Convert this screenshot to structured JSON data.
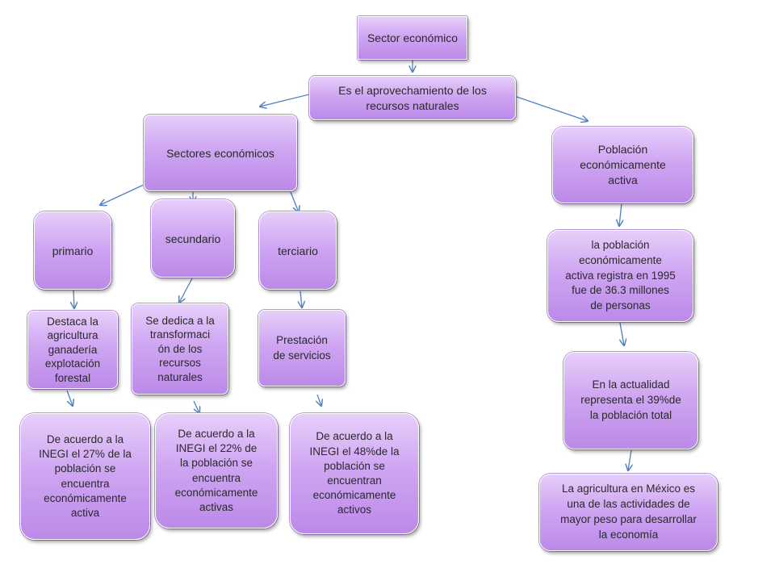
{
  "diagram": {
    "title": "Sector económico",
    "definition": "Es el aprovechamiento de los\nrecursos naturales",
    "sectors": {
      "label": "Sectores económicos",
      "primary": {
        "label": "primario",
        "description": "Destaca la\nagricultura\nganadería\nexplotación\nforestal",
        "stat": "De acuerdo a la\nINEGI el 27% de la\npoblación  se\nencuentra\neconómicamente\nactiva"
      },
      "secondary": {
        "label": "secundario",
        "description": "Se dedica a la\ntransformaci\nón de los\nrecursos\nnaturales",
        "stat": "De acuerdo a la\nINEGI el 22% de\nla población se\nencuentra\neconómicamente\nactivas"
      },
      "tertiary": {
        "label": "terciario",
        "description": "Prestación\nde servicios",
        "stat": "De acuerdo a la\nINEGI el 48%de la\npoblación se\nencuentran\neconómicamente\nactivos"
      }
    },
    "population": {
      "label": "Población\neconómicamente\nactiva",
      "fact1": "la población\neconómicamente\nactiva registra en 1995\nfue de 36.3 millones\nde personas",
      "fact2": "En la actualidad\nrepresenta el 39%de\nla población total",
      "fact3": "La agricultura en México es\nuna de las actividades de\nmayor peso para desarrollar\nla economía"
    }
  },
  "colors": {
    "node_fill_top": "#e6cffa",
    "node_fill_bottom": "#bb8ae8",
    "arrow": "#4f81bd"
  }
}
